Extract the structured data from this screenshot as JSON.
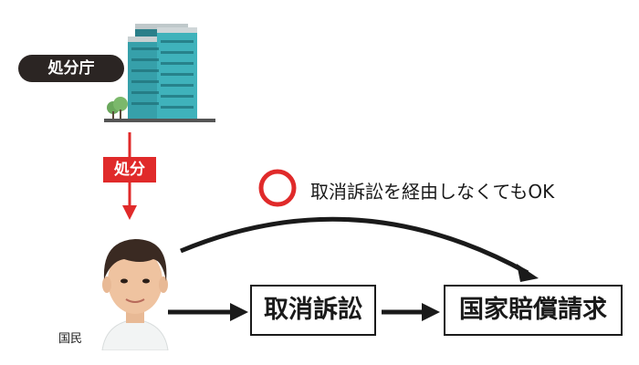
{
  "agency": {
    "label": "処分庁"
  },
  "action": {
    "label": "処分"
  },
  "person": {
    "label": "国民"
  },
  "steps": {
    "lawsuit": "取消訴訟",
    "claim": "国家賠償請求"
  },
  "note": {
    "text": "取消訴訟を経由しなくてもOK"
  },
  "icons": {
    "building": "office-building-icon",
    "person": "person-photo-icon",
    "ok": "red-circle-ok-icon"
  },
  "colors": {
    "red": "#e02a2a",
    "dark": "#2b2523",
    "arrow": "#1a1a1a",
    "building": "#2e8f99"
  }
}
